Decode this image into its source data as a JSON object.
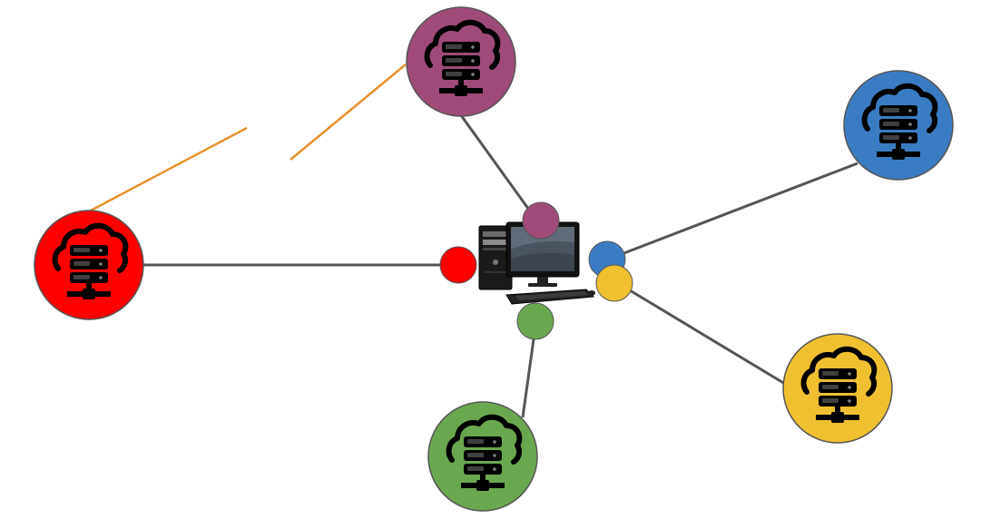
{
  "diagram": {
    "center_icon": "desktop-computer-icon",
    "node_icon": "cloud-server-icon",
    "link_color": "#555555",
    "icon_color": "#000000",
    "nodes": [
      {
        "id": "purple",
        "color": "#A04A7A",
        "connected": true
      },
      {
        "id": "blue",
        "color": "#3A7CC4",
        "connected": true
      },
      {
        "id": "red",
        "color": "#FF0000",
        "connected": true
      },
      {
        "id": "yellow",
        "color": "#F0C030",
        "connected": true
      },
      {
        "id": "green",
        "color": "#6AA84F",
        "connected": true
      }
    ],
    "broken_link": {
      "from": "red",
      "to": "purple",
      "color": "#E8912D"
    }
  }
}
